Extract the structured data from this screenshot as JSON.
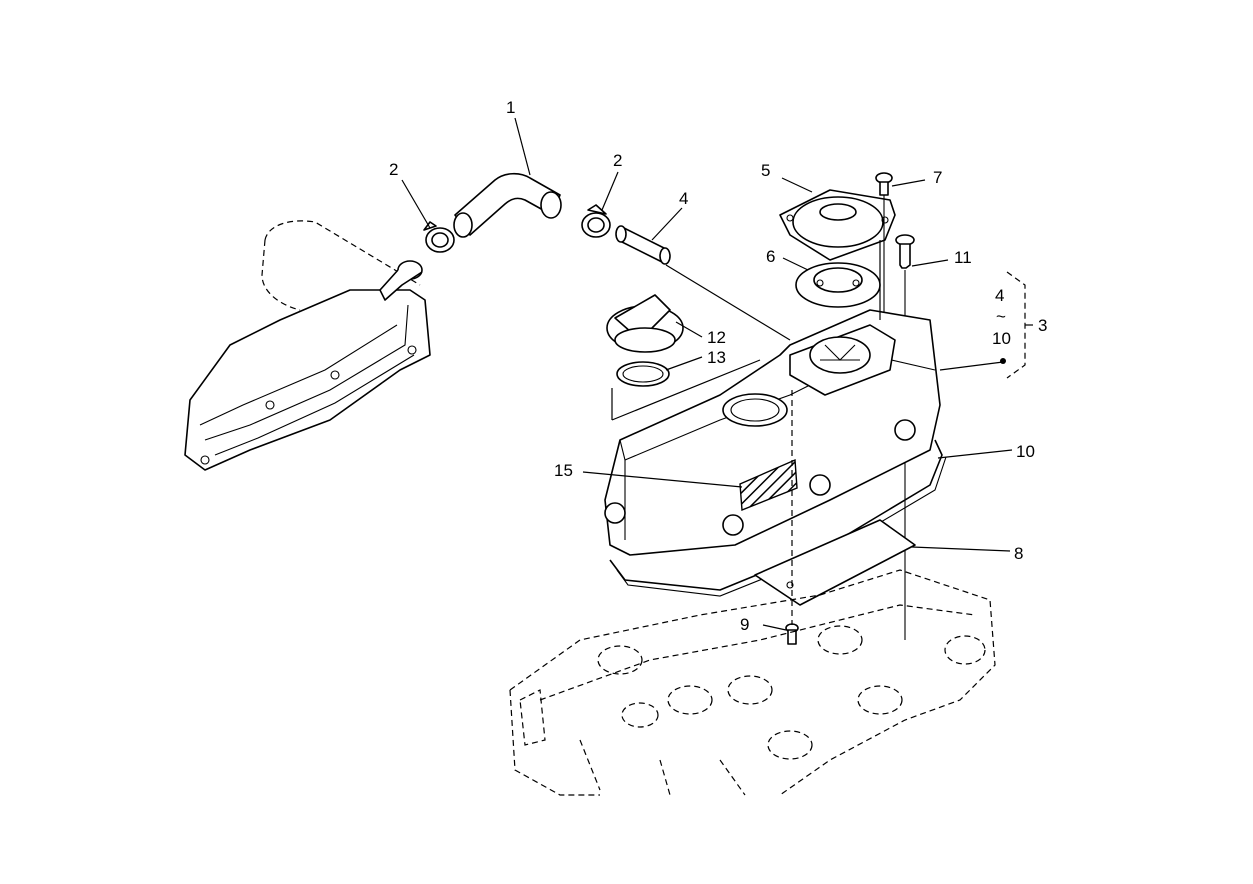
{
  "callouts": {
    "c1": "1",
    "c2a": "2",
    "c2b": "2",
    "c3": "3",
    "c4": "4",
    "c4range_from": "4",
    "c4range_tilde": "~",
    "c4range_to": "10",
    "c5": "5",
    "c6": "6",
    "c7": "7",
    "c8": "8",
    "c9": "9",
    "c10": "10",
    "c11": "11",
    "c12": "12",
    "c13": "13",
    "c15": "15"
  }
}
